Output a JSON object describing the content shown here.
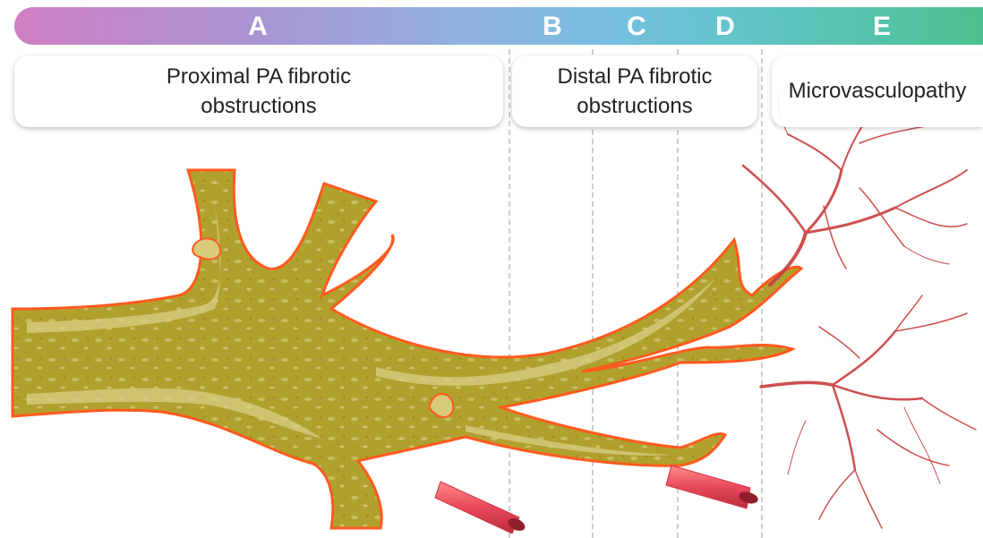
{
  "header": {
    "stages": [
      {
        "letter": "A"
      },
      {
        "letter": "B"
      },
      {
        "letter": "C"
      },
      {
        "letter": "D"
      },
      {
        "letter": "E"
      }
    ]
  },
  "labels": {
    "proximal": {
      "line1": "Proximal PA fibrotic",
      "line2": "obstructions"
    },
    "distal": {
      "line1": "Distal PA fibrotic",
      "line2": "obstructions"
    },
    "micro": {
      "text": "Microvasculopathy"
    }
  },
  "colors": {
    "clot": "#b3a12f",
    "clot_light": "#d6cb7c",
    "vessel_wall": "#ff5a1f",
    "microvessel": "#c83c3c",
    "divider": "#cfcfcf"
  }
}
